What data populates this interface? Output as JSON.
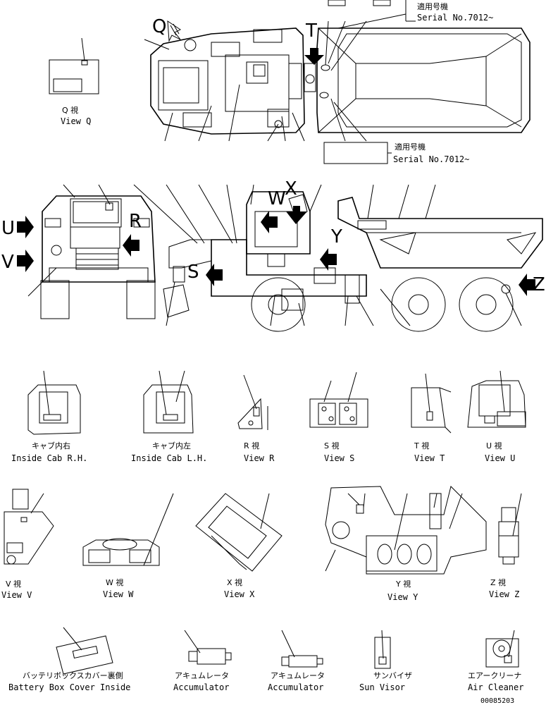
{
  "serial_note": {
    "jp": "適用号機",
    "en": "Serial No.7012~"
  },
  "view_letters": {
    "Q": "Q",
    "T": "T",
    "W": "W",
    "X": "X",
    "Y": "Y",
    "U": "U",
    "V": "V",
    "R": "R",
    "S": "S",
    "Z": "Z"
  },
  "views": {
    "q": {
      "jp": "Q 視",
      "en": "View Q"
    },
    "cab_rh": {
      "jp": "キャブ内右",
      "en": "Inside Cab R.H."
    },
    "cab_lh": {
      "jp": "キャブ内左",
      "en": "Inside Cab L.H."
    },
    "r": {
      "jp": "R 視",
      "en": "View R"
    },
    "s": {
      "jp": "S 視",
      "en": "View S"
    },
    "t": {
      "jp": "T 視",
      "en": "View T"
    },
    "u": {
      "jp": "U 視",
      "en": "View U"
    },
    "v": {
      "jp": "V 視",
      "en": "View V"
    },
    "w": {
      "jp": "W 視",
      "en": "View W"
    },
    "x": {
      "jp": "X 視",
      "en": "View X"
    },
    "y": {
      "jp": "Y 視",
      "en": "View Y"
    },
    "z": {
      "jp": "Z 視",
      "en": "View Z"
    },
    "battery": {
      "jp": "バッテリボックスカバー裏側",
      "en": "Battery Box Cover Inside"
    },
    "acc1": {
      "jp": "アキュムレータ",
      "en": "Accumulator"
    },
    "acc2": {
      "jp": "アキュムレータ",
      "en": "Accumulator"
    },
    "visor": {
      "jp": "サンバイザ",
      "en": "Sun Visor"
    },
    "air": {
      "jp": "エアークリーナ",
      "en": "Air Cleaner"
    }
  },
  "drawing_number": "00085203"
}
